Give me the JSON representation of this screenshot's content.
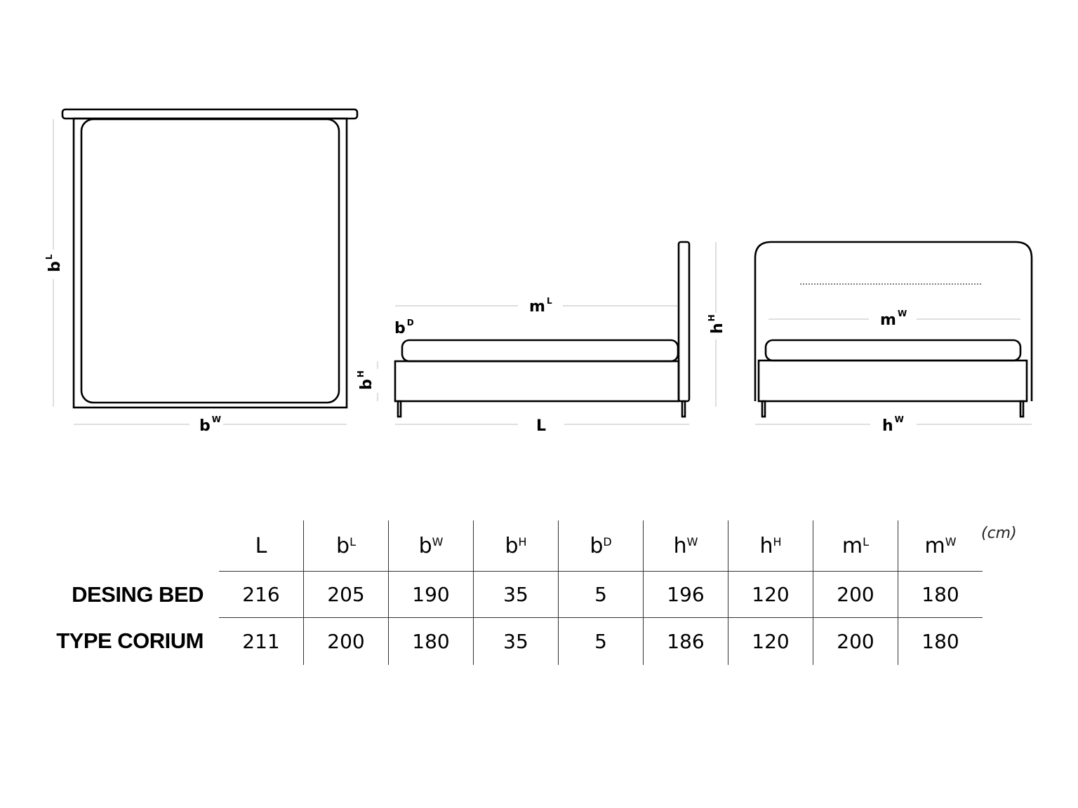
{
  "diagram": {
    "top_view": {
      "height_label": "b",
      "height_sup": "L",
      "width_label": "b",
      "width_sup": "W"
    },
    "side_view": {
      "board_depth_label": "b",
      "board_depth_sup": "D",
      "base_height_label": "b",
      "base_height_sup": "H",
      "mattress_length_label": "m",
      "mattress_length_sup": "L",
      "length_label": "L",
      "headboard_height_label": "h",
      "headboard_height_sup": "H"
    },
    "front_view": {
      "mattress_width_label": "m",
      "mattress_width_sup": "W",
      "headboard_width_label": "h",
      "headboard_width_sup": "W"
    }
  },
  "table": {
    "unit": "(cm)",
    "columns": [
      {
        "main": "L",
        "sup": ""
      },
      {
        "main": "b",
        "sup": "L"
      },
      {
        "main": "b",
        "sup": "W"
      },
      {
        "main": "b",
        "sup": "H"
      },
      {
        "main": "b",
        "sup": "D"
      },
      {
        "main": "h",
        "sup": "W"
      },
      {
        "main": "h",
        "sup": "H"
      },
      {
        "main": "m",
        "sup": "L"
      },
      {
        "main": "m",
        "sup": "W"
      }
    ],
    "rows": [
      {
        "label": "DESING BED",
        "values": [
          "216",
          "205",
          "190",
          "35",
          "5",
          "196",
          "120",
          "200",
          "180"
        ]
      },
      {
        "label": "TYPE CORIUM",
        "values": [
          "211",
          "200",
          "180",
          "35",
          "5",
          "186",
          "120",
          "200",
          "180"
        ]
      }
    ]
  }
}
